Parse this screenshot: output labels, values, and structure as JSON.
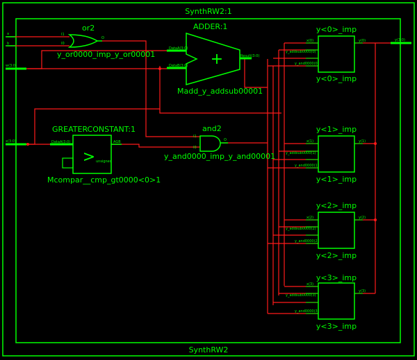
{
  "module": {
    "top_title": "SynthRW2:1",
    "bottom_title": "SynthRW2"
  },
  "or_gate": {
    "type_label": "or2",
    "instance_label": "y_or0000_imp_y_or00001",
    "pin_i1": "I1",
    "pin_i0": "I0",
    "pin_o": "O"
  },
  "adder": {
    "type_label": "ADDER:1",
    "instance_label": "Madd_y_addsub00001",
    "symbol": "+",
    "pin_a": "DataA(3:0)",
    "pin_b": "DataB(3:0)",
    "pin_out": "Result(3:0)"
  },
  "comparator": {
    "type_label": "GREATERCONSTANT:1",
    "instance_label": "Mcompar__cmp_gt0000<0>1",
    "symbol": ">",
    "pin_a": "DataA(3:0)",
    "pin_out": "AGB",
    "pin_sub": "unsigned"
  },
  "and_gate": {
    "type_label": "and2",
    "instance_label": "y_and0000_imp_y_and00001",
    "pin_i1": "I1",
    "pin_i0": "I0",
    "pin_o": "O"
  },
  "blocks": [
    {
      "top": "y<0>_imp",
      "bottom": "y<0>_imp",
      "pin_x": "x(0)",
      "pin_sub": "y_addsub0000(0)",
      "pin_and": "y_and0000(0)",
      "pin_out": "y(0)"
    },
    {
      "top": "y<1>_imp",
      "bottom": "y<1>_imp",
      "pin_x": "x(1)",
      "pin_sub": "y_addsub0000(1)",
      "pin_and": "y_and0000(1)",
      "pin_out": "y(1)"
    },
    {
      "top": "y<2>_imp",
      "bottom": "y<2>_imp",
      "pin_x": "x(2)",
      "pin_sub": "y_addsub0000(2)",
      "pin_and": "y_and0000(2)",
      "pin_out": "y(2)"
    },
    {
      "top": "y<3>_imp",
      "bottom": "y<3>_imp",
      "pin_x": "x(3)",
      "pin_sub": "y_addsub0000(3)",
      "pin_and": "y_and0000(3)",
      "pin_out": "y(3)"
    }
  ],
  "ports": {
    "in_a": "a",
    "in_b": "b",
    "in_w": "w(3:0)",
    "in_x": "x(3:0)",
    "out_y": "y(3:0)"
  },
  "colors": {
    "background": "#000000",
    "component": "#00ff00",
    "wire": "#ff1a1a"
  }
}
